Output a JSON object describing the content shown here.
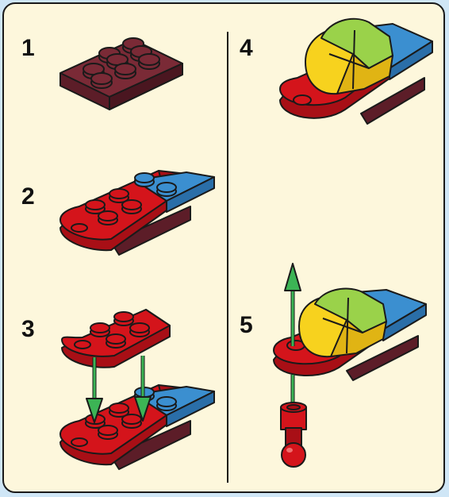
{
  "steps": [
    {
      "number": "1"
    },
    {
      "number": "2"
    },
    {
      "number": "3"
    },
    {
      "number": "4"
    },
    {
      "number": "5"
    }
  ],
  "colors": {
    "background": "#cfe6f6",
    "panel": "#fdf7dc",
    "dark_red_plate": "#7a2a36",
    "red": "#d4141b",
    "blue": "#3b8fd0",
    "yellow": "#f7d21e",
    "lime": "#9ad24a",
    "green_arrow": "#3cb455"
  }
}
